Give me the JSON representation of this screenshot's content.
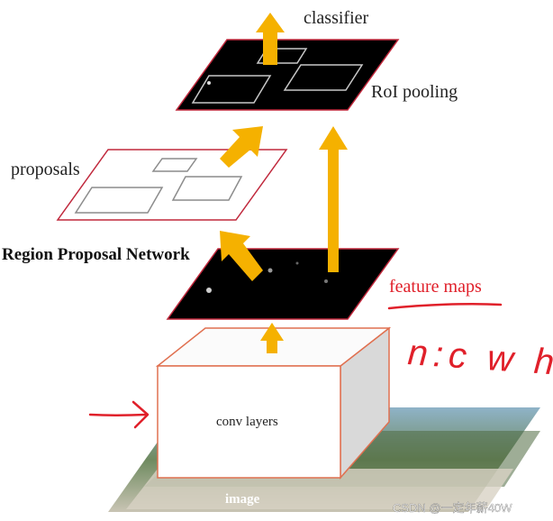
{
  "labels": {
    "classifier": "classifier",
    "roi_pooling": "RoI pooling",
    "proposals": "proposals",
    "rpn": "Region Proposal Network",
    "feature_maps": "feature maps",
    "conv_layers": "conv layers",
    "image": "image",
    "handwritten_note": "n:c w h",
    "watermark": "CSDN @一定年薪40W"
  },
  "colors": {
    "arrow": "#f5b100",
    "plane_border": "#c0283c",
    "feature_map": "#000000",
    "annotation": "#e0202a",
    "box_edge": "#e07050",
    "box_side": "#d9d9d9"
  },
  "icons": {
    "flow_arrow": "arrow-up-icon",
    "pointer_arrow": "hand-drawn-arrow-right-icon"
  }
}
